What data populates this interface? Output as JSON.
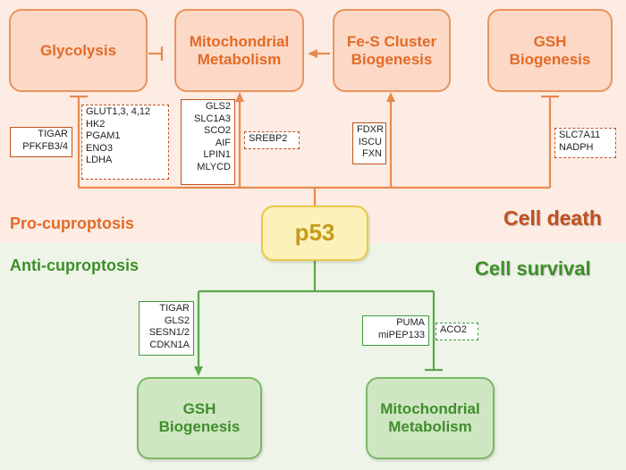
{
  "nodes": {
    "glycolysis": "Glycolysis",
    "mito_top": "Mitochondrial\nMetabolism",
    "fes": "Fe-S Cluster\nBiogenesis",
    "gsh_top": "GSH\nBiogenesis",
    "p53": "p53",
    "gsh_bottom": "GSH\nBiogenesis",
    "mito_bottom": "Mitochondrial\nMetabolism"
  },
  "gene_lists": {
    "tigar_pfkfb": "TIGAR\nPFKFB3/4",
    "glycolysis_genes": "GLUT1,3, 4,12\nHK2\nPGAM1\nENO3\nLDHA",
    "mito_genes": "GLS2\nSLC1A3\nSCO2\nAIF\nLPIN1\nMLYCD",
    "srebp2": "SREBP2",
    "fes_genes": "FDXR\nISCU\nFXN",
    "gsh_top_genes": "SLC7A11\nNADPH",
    "gsh_bottom_genes": "TIGAR\nGLS2\nSESN1/2\nCDKN1A",
    "puma": "PUMA\nmiPEP133",
    "aco2": "ACO2"
  },
  "labels": {
    "pro": "Pro-cuproptosis",
    "anti": "Anti-cuproptosis",
    "death": "Cell death",
    "survival": "Cell survival"
  },
  "colors": {
    "pro_accent": "#e46a26",
    "anti_accent": "#3f8e2b",
    "p53_text": "#c79a1b"
  }
}
